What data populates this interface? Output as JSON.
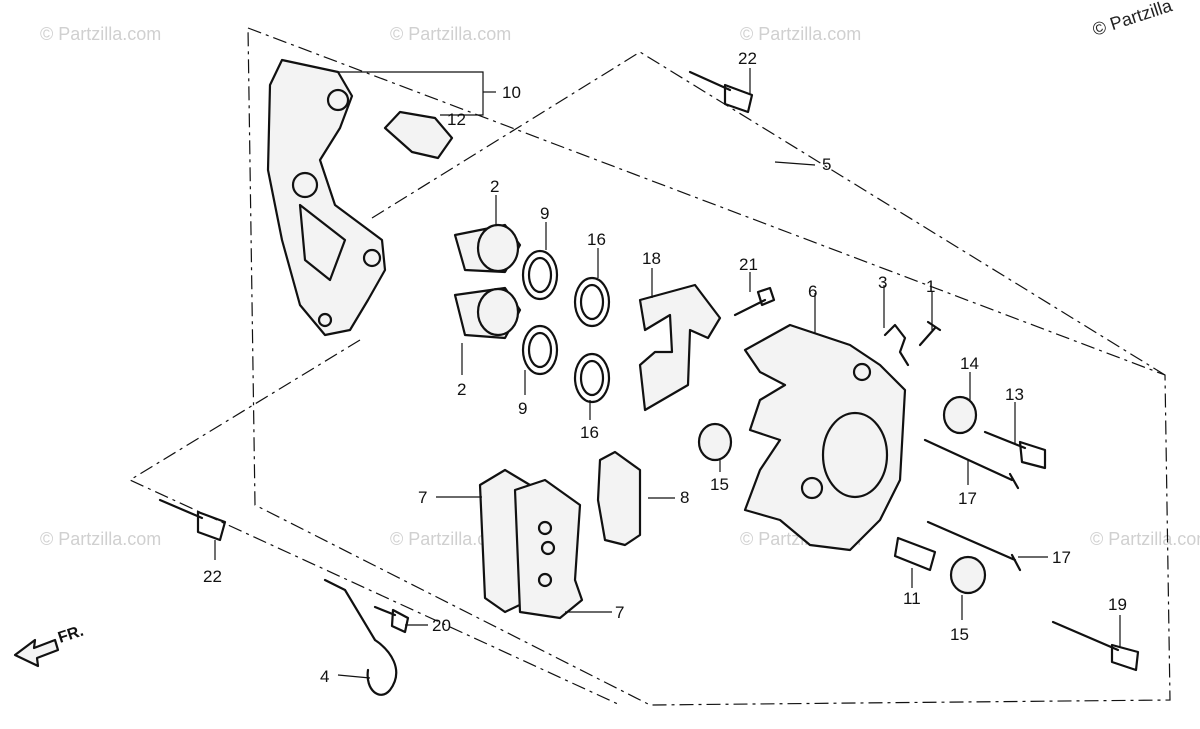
{
  "watermarks": {
    "corner": "© Partzilla",
    "repeat": "© Partzilla.com"
  },
  "direction_label": "FR.",
  "callouts": {
    "c1": "1",
    "c2a": "2",
    "c2b": "2",
    "c3": "3",
    "c4": "4",
    "c5": "5",
    "c6": "6",
    "c7a": "7",
    "c7b": "7",
    "c8": "8",
    "c9a": "9",
    "c9b": "9",
    "c10": "10",
    "c11": "11",
    "c12": "12",
    "c13": "13",
    "c14": "14",
    "c15a": "15",
    "c15b": "15",
    "c16a": "16",
    "c16b": "16",
    "c17a": "17",
    "c17b": "17",
    "c18": "18",
    "c19": "19",
    "c20": "20",
    "c21": "21",
    "c22a": "22",
    "c22b": "22"
  }
}
